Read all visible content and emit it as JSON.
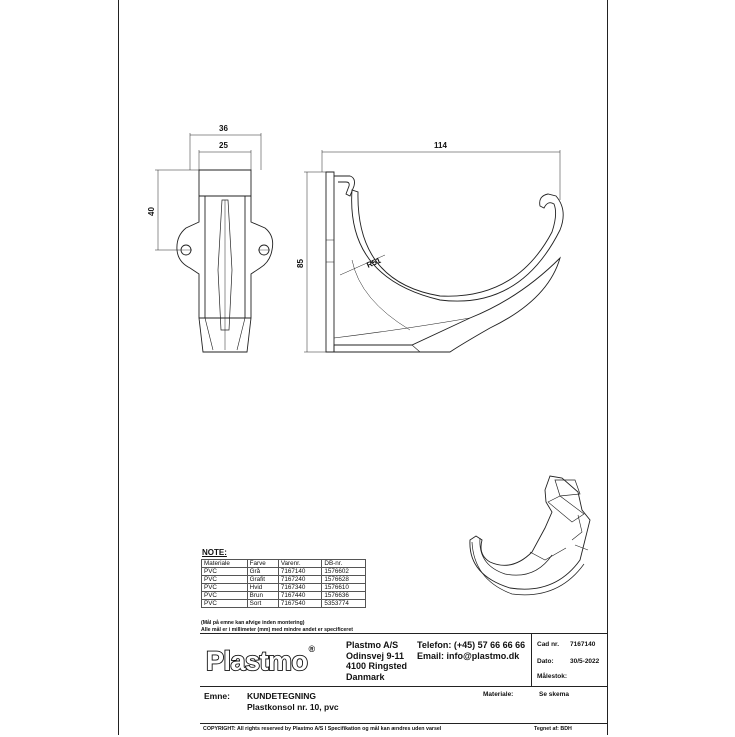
{
  "drawing": {
    "dimensions": {
      "width_outer": "36",
      "width_inner": "25",
      "height_side": "40",
      "length": "114",
      "height": "85",
      "radius": "R51"
    }
  },
  "note": {
    "title": "NOTE:",
    "headers": [
      "Materiale",
      "Farve",
      "Varenr.",
      "DB-nr."
    ],
    "rows": [
      [
        "PVC",
        "Grå",
        "7167140",
        "1576602"
      ],
      [
        "PVC",
        "Grafit",
        "7167240",
        "1576628"
      ],
      [
        "PVC",
        "Hvid",
        "7167340",
        "1576610"
      ],
      [
        "PVC",
        "Brun",
        "7167440",
        "1576636"
      ],
      [
        "PVC",
        "Sort",
        "7167540",
        "5353774"
      ]
    ],
    "footnote1": "(Mål på emne kan afvige inden montering)",
    "footnote2": "Alle mål er i millimeter (mm) med mindre andet er specificeret"
  },
  "titleblock": {
    "logo": "Plastmo",
    "registered": "®",
    "company": {
      "name": "Plastmo A/S",
      "street": "Odinsvej 9-11",
      "city": "4100 Ringsted",
      "country": "Danmark"
    },
    "contact": {
      "phone": "Telefon: (+45) 57 66 66 66",
      "email": "Email: info@plastmo.dk"
    },
    "cad": {
      "label": "Cad nr.",
      "value": "7167140",
      "date_label": "Dato:",
      "date_value": "30/5-2022",
      "scale_label": "Målestok:"
    },
    "emne_label": "Emne:",
    "emne_line1": "KUNDETEGNING",
    "emne_line2": "Plastkonsol nr. 10, pvc",
    "materiale_label": "Materiale:",
    "materiale_value": "Se skema",
    "copyright": "COPYRIGHT: All rights reserved by Plastmo A/S   I   Specifikation og mål kan ændres uden varsel",
    "tegnet": "Tegnet af: BDH"
  }
}
